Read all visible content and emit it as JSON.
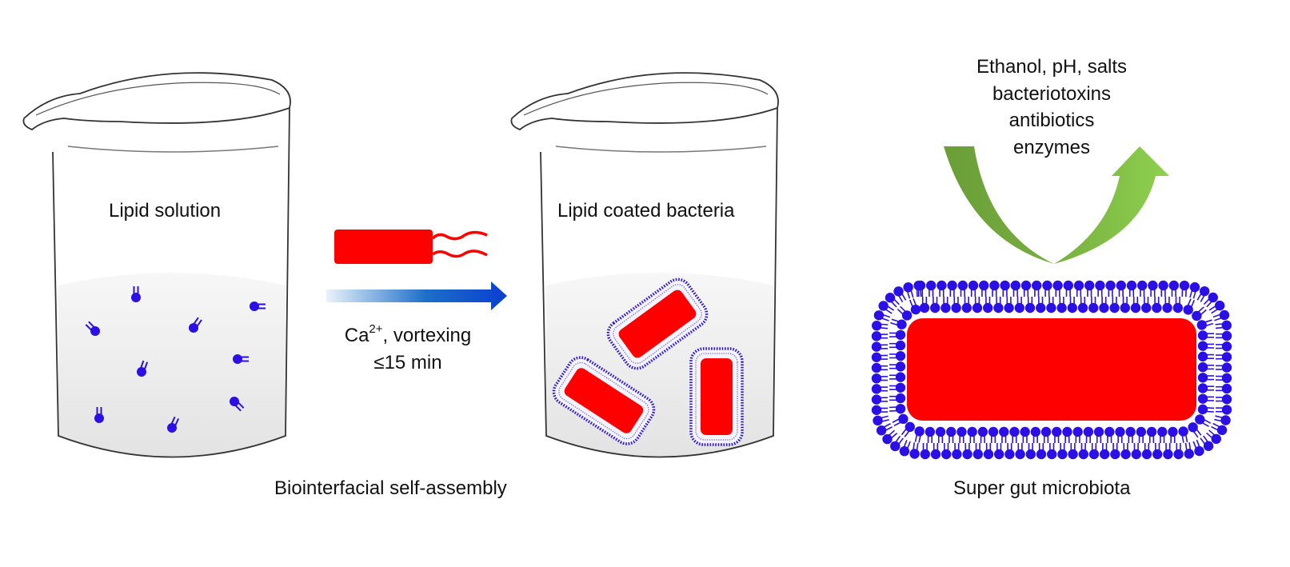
{
  "beaker1": {
    "label": "Lipid solution"
  },
  "beaker2": {
    "label": "Lipid coated bacteria"
  },
  "process": {
    "ion_base": "Ca",
    "ion_charge": "2+",
    "condition_rest": ", vortexing",
    "time": "≤15 min"
  },
  "stressors": [
    "Ethanol, pH, salts",
    "bacteriotoxins",
    "antibiotics",
    "enzymes"
  ],
  "captions": {
    "left": "Biointerfacial self-assembly",
    "right": "Super gut microbiota"
  },
  "icons": {
    "beaker": "beaker-icon",
    "bacterium": "bacterium-icon",
    "lipid": "lipid-molecule-icon",
    "process_arrow": "gradient-arrow-icon",
    "stress_arrow": "u-turn-arrow-icon",
    "coated_bacterium": "lipid-coated-bacterium-icon"
  },
  "colors": {
    "bacterium": "#ff0000",
    "lipid": "#2a10e6",
    "arrow_dark": "#0a3fd0",
    "arrow_light": "#eaf3fb",
    "stress_dark": "#6a9e38",
    "stress_light": "#8ed04e",
    "liquid": "#ececec"
  }
}
